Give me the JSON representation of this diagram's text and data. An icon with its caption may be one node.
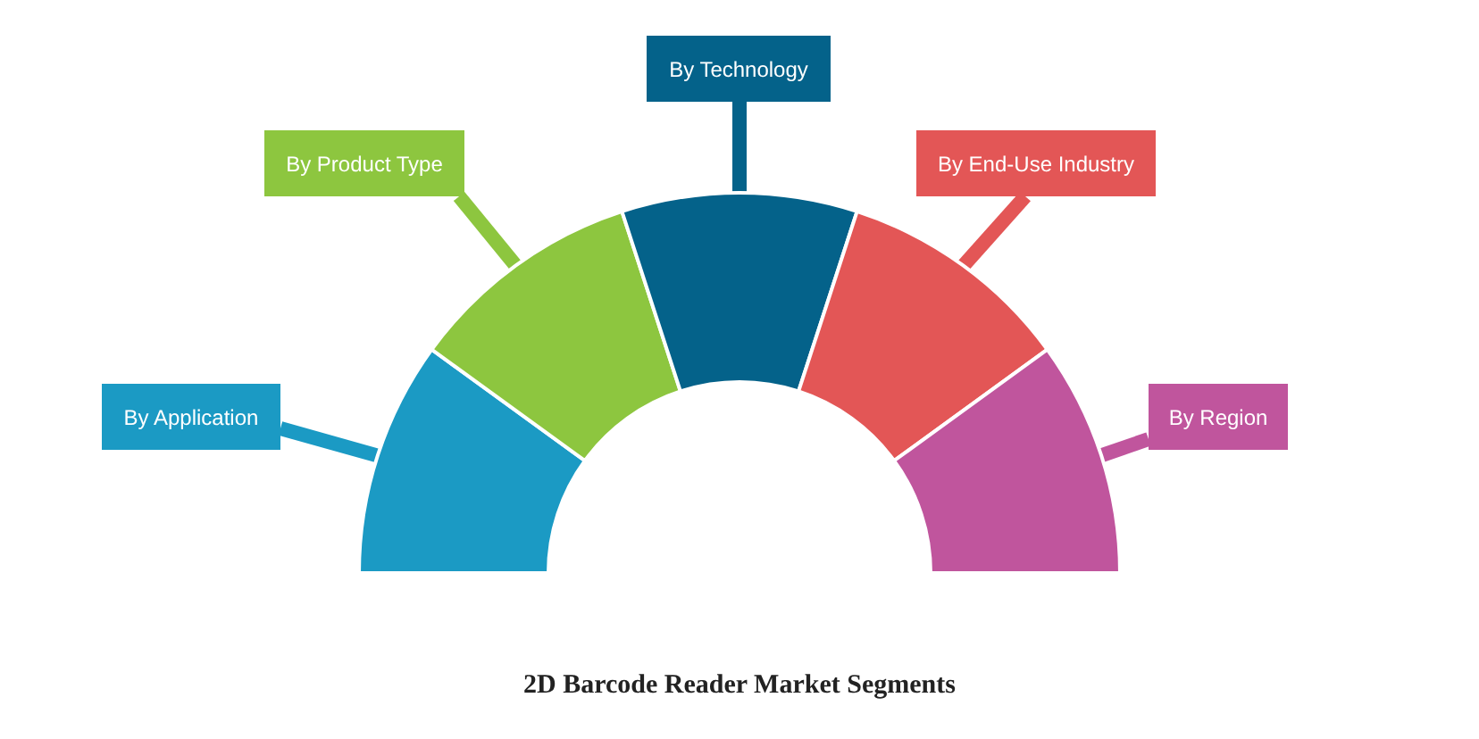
{
  "diagram": {
    "title": "2D Barcode Reader Market Segments",
    "nodes": [
      {
        "text": [
          "By Application"
        ]
      },
      {
        "text": [
          "By Product Type"
        ]
      },
      {
        "text": [
          "By Technology"
        ]
      },
      {
        "text": [
          "By End-Use Industry"
        ]
      },
      {
        "text": [
          "By Region"
        ]
      },
      {
        "text": [],
        "shape": "wedge"
      },
      {
        "text": [],
        "shape": "wedge"
      },
      {
        "text": [],
        "shape": "wedge"
      },
      {
        "text": [],
        "shape": "wedge"
      },
      {
        "text": [],
        "shape": "wedge"
      }
    ],
    "edges": [
      {
        "from": 0,
        "to": 5,
        "arrow": "none",
        "color": "#1b9ac4"
      },
      {
        "from": 1,
        "to": 6,
        "arrow": "none",
        "color": "#8dc63f"
      },
      {
        "from": 2,
        "to": 7,
        "arrow": "none",
        "color": "#04628a"
      },
      {
        "from": 3,
        "to": 8,
        "arrow": "none",
        "color": "#e35656"
      },
      {
        "from": 4,
        "to": 9,
        "arrow": "none",
        "color": "#c0559d"
      }
    ]
  }
}
